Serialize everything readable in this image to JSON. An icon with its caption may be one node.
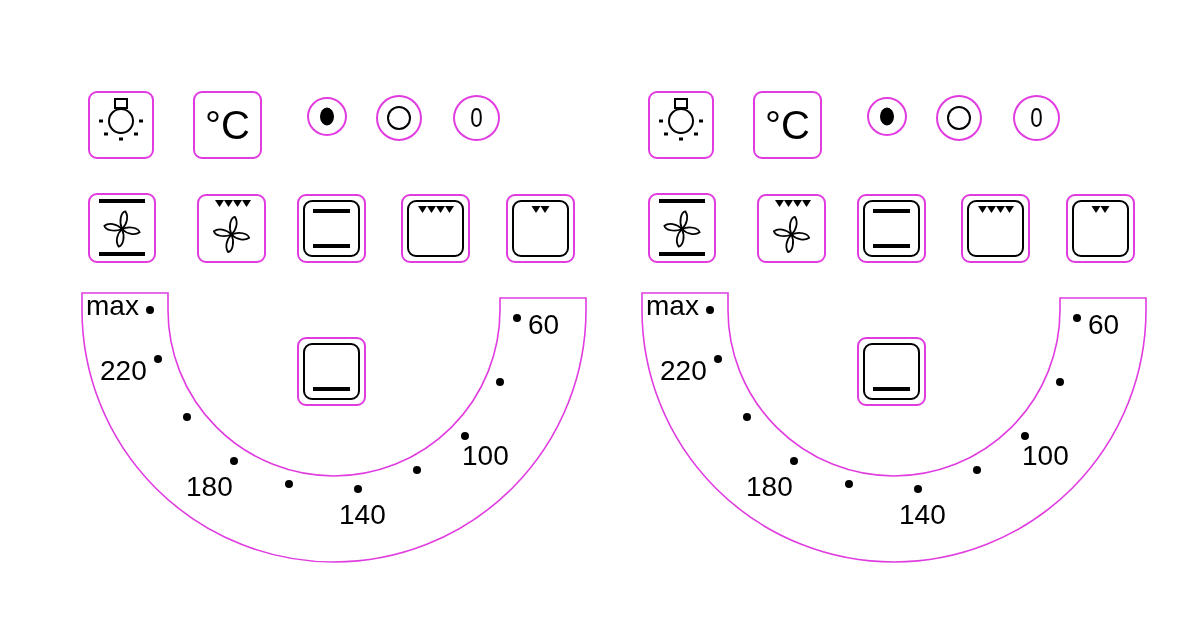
{
  "diagram": {
    "nodes": [
      {
        "text": [],
        "shape": "box"
      },
      {
        "text": [
          "°C"
        ]
      },
      {
        "text": [],
        "shape": "circle"
      },
      {
        "text": [],
        "shape": "circle"
      },
      {
        "text": [
          "0"
        ]
      },
      {
        "text": [],
        "shape": "box"
      },
      {
        "text": [],
        "shape": "box"
      },
      {
        "text": [],
        "shape": "box"
      },
      {
        "text": [],
        "shape": "box"
      },
      {
        "text": [],
        "shape": "box"
      },
      {
        "text": [
          "max",
          "220",
          "180",
          "140",
          "100",
          "60"
        ]
      },
      {
        "text": [],
        "shape": "box"
      },
      {
        "text": [],
        "shape": "box"
      },
      {
        "text": [
          "°C"
        ]
      },
      {
        "text": [],
        "shape": "circle"
      },
      {
        "text": [],
        "shape": "circle"
      },
      {
        "text": [
          "0"
        ]
      },
      {
        "text": [],
        "shape": "box"
      },
      {
        "text": [],
        "shape": "box"
      },
      {
        "text": [],
        "shape": "box"
      },
      {
        "text": [],
        "shape": "box"
      },
      {
        "text": [],
        "shape": "box"
      },
      {
        "text": [
          "max",
          "220",
          "180",
          "140",
          "100",
          "60"
        ]
      },
      {
        "text": [],
        "shape": "box"
      }
    ]
  }
}
